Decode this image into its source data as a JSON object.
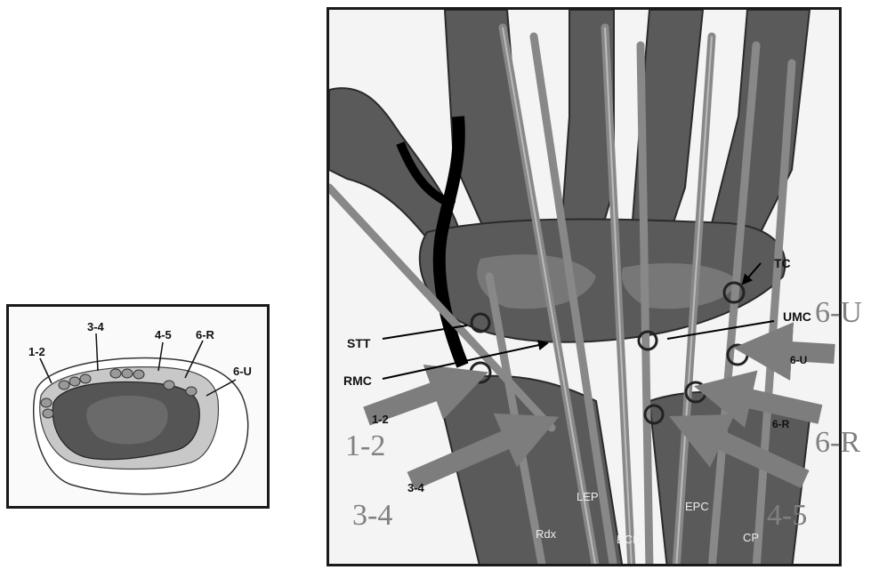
{
  "small_diagram": {
    "labels": [
      "1-2",
      "3-4",
      "4-5",
      "6-R",
      "6-U"
    ]
  },
  "large_diagram": {
    "structure_labels": {
      "tc": "TC",
      "umc": "UMC",
      "stt": "STT",
      "rmc": "RMC",
      "hidden_6u": "6-U",
      "hidden_6r": "6-R",
      "hidden_12": "1-2",
      "hidden_34": "3-4"
    },
    "portal_labels": {
      "p12": "1-2",
      "p34": "3-4",
      "p45": "4-5",
      "p6r": "6-R",
      "p6u": "6-U"
    },
    "tendon_labels": {
      "lep": "LEP",
      "epc": "EPC",
      "rdx": "Rdx",
      "ecd": "ECD",
      "cp": "CP"
    }
  }
}
